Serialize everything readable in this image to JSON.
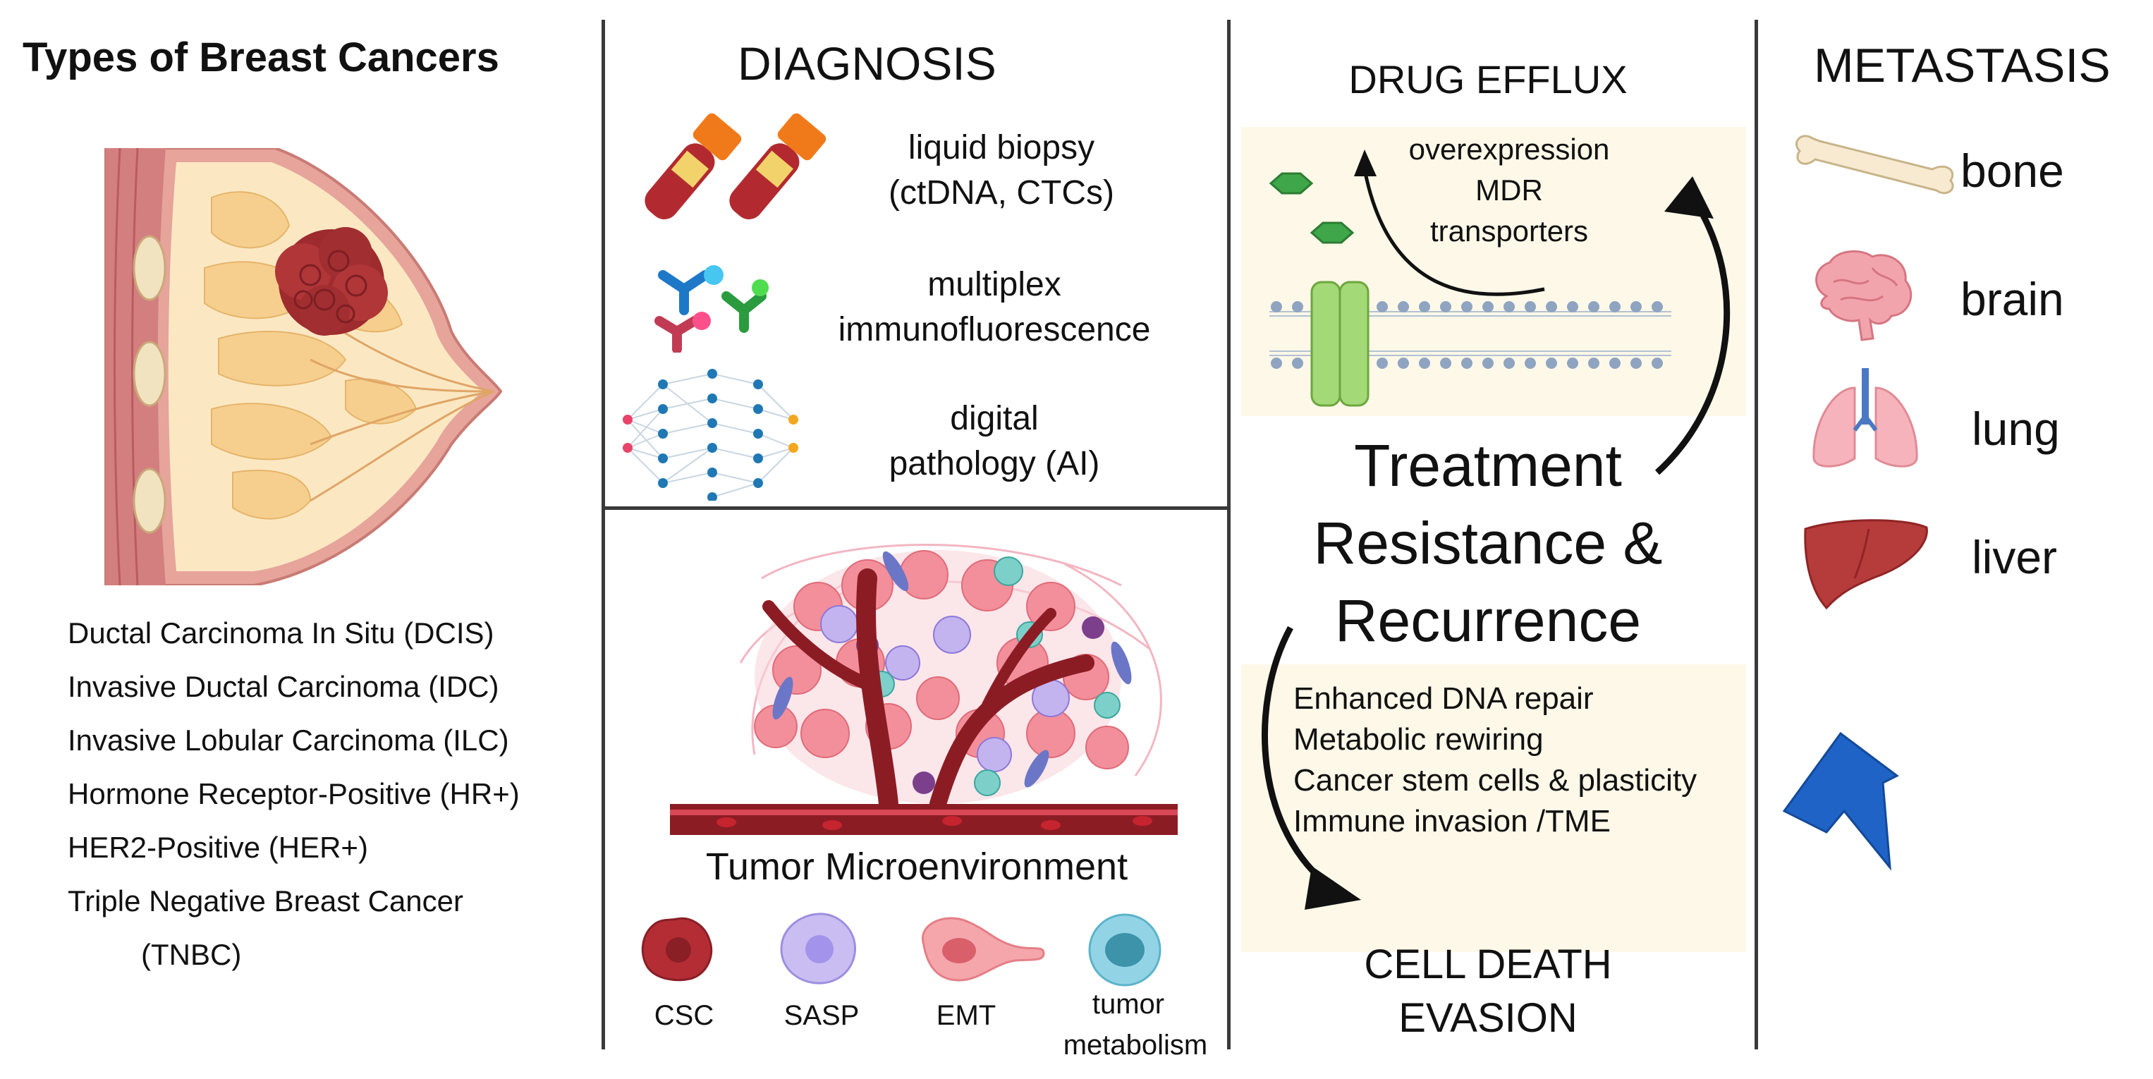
{
  "types": {
    "title": "Types of Breast Cancers",
    "items": [
      "Ductal Carcinoma In Situ (DCIS)",
      "Invasive Ductal Carcinoma (IDC)",
      "Invasive Lobular Carcinoma (ILC)",
      "Hormone Receptor-Positive (HR+)",
      "HER2-Positive (HER+)",
      "Triple Negative Breast Cancer",
      "(TNBC)"
    ]
  },
  "diagnosis": {
    "title": "DIAGNOSIS",
    "liquid_line1": "liquid biopsy",
    "liquid_line2": "(ctDNA, CTCs)",
    "multiplex_line1": "multiplex",
    "multiplex_line2": "immunofluorescence",
    "digital_line1": "digital",
    "digital_line2": "pathology (AI)"
  },
  "tme": {
    "title": "Tumor Microenvironment",
    "legend": [
      "CSC",
      "SASP",
      "EMT",
      "tumor",
      "metabolism"
    ]
  },
  "resistance": {
    "drug_efflux": "DRUG EFFLUX",
    "efflux_line1": "overexpression",
    "efflux_line2": "MDR",
    "efflux_line3": "transporters",
    "center_line1": "Treatment",
    "center_line2": "Resistance &",
    "center_line3": "Recurrence",
    "mechanisms": [
      "Enhanced DNA repair",
      "Metabolic rewiring",
      "Cancer stem cells & plasticity",
      "Immune invasion /TME"
    ],
    "cell_death_line1": "CELL DEATH",
    "cell_death_line2": "EVASION"
  },
  "metastasis": {
    "title": "METASTASIS",
    "sites": [
      "bone",
      "brain",
      "lung",
      "liver"
    ]
  },
  "colors": {
    "divider": "#3a3a3a",
    "panel_bg": "#fdf8e8",
    "tumor": "#9e2b2e",
    "vessel": "#8c1c24",
    "arrow_blue": "#1f63c6",
    "membrane": "#8fa4c0",
    "transporter": "#a3d977"
  }
}
